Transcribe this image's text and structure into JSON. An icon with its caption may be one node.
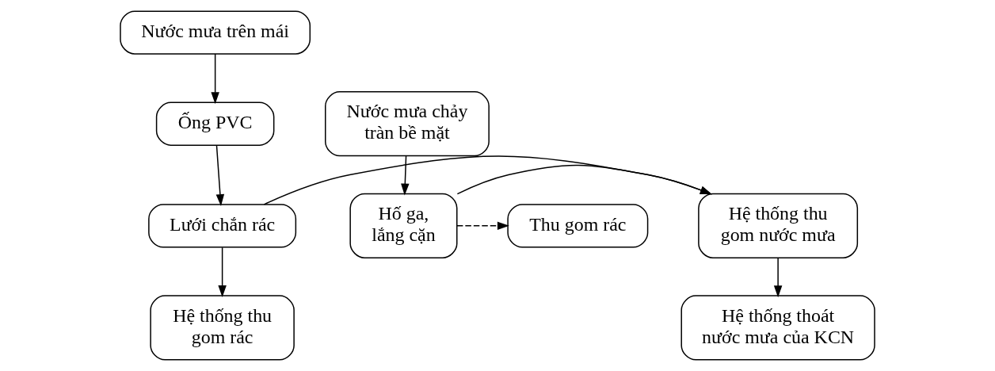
{
  "diagram": {
    "nodes": [
      {
        "text": [
          "Nước mưa trên mái"
        ]
      },
      {
        "text": [
          "Ống PVC"
        ]
      },
      {
        "text": [
          "Lưới chắn rác"
        ]
      },
      {
        "text": [
          "Hệ thống thu gom rác"
        ]
      },
      {
        "text": [
          "Hệ thống thu gom nước mưa"
        ]
      },
      {
        "text": [
          "Hệ thống thoát nước mưa của KCN"
        ]
      },
      {
        "text": [
          "Nước mưa chảy tràn bề mặt"
        ]
      },
      {
        "text": [
          "Hố ga, lắng cặn"
        ]
      },
      {
        "text": [
          "Thu gom rác"
        ]
      }
    ],
    "edges": [
      {
        "from": 0,
        "to": 1,
        "arrow": "to"
      },
      {
        "from": 1,
        "to": 2,
        "arrow": "to"
      },
      {
        "from": 2,
        "to": 3,
        "arrow": "to"
      },
      {
        "from": 2,
        "to": 4,
        "arrow": "to"
      },
      {
        "from": 4,
        "to": 5,
        "arrow": "to"
      },
      {
        "from": 6,
        "to": 7,
        "arrow": "to"
      },
      {
        "from": 7,
        "to": 4,
        "arrow": "to"
      },
      {
        "from": 7,
        "to": 8,
        "arrow": "to",
        "style": "dashed"
      }
    ]
  }
}
